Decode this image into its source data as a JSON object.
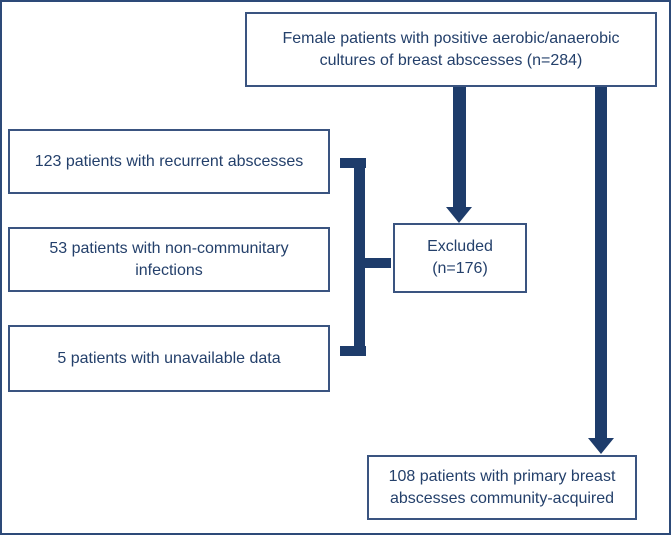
{
  "colors": {
    "navy": "#1e3c6b",
    "border": "#3a5480",
    "frame": "#2d4a78",
    "text": "#24406b",
    "background": "#ffffff"
  },
  "nodes": {
    "source": "Female patients with positive aerobic/anaerobic\ncultures of breast abscesses (n=284)",
    "recurrent": "123 patients with recurrent abscesses",
    "noncommunitary": "53 patients with non-communitary\ninfections",
    "unavailable": "5 patients with unavailable data",
    "excluded": "Excluded\n(n=176)",
    "final": "108 patients with primary breast\nabscesses community-acquired"
  }
}
